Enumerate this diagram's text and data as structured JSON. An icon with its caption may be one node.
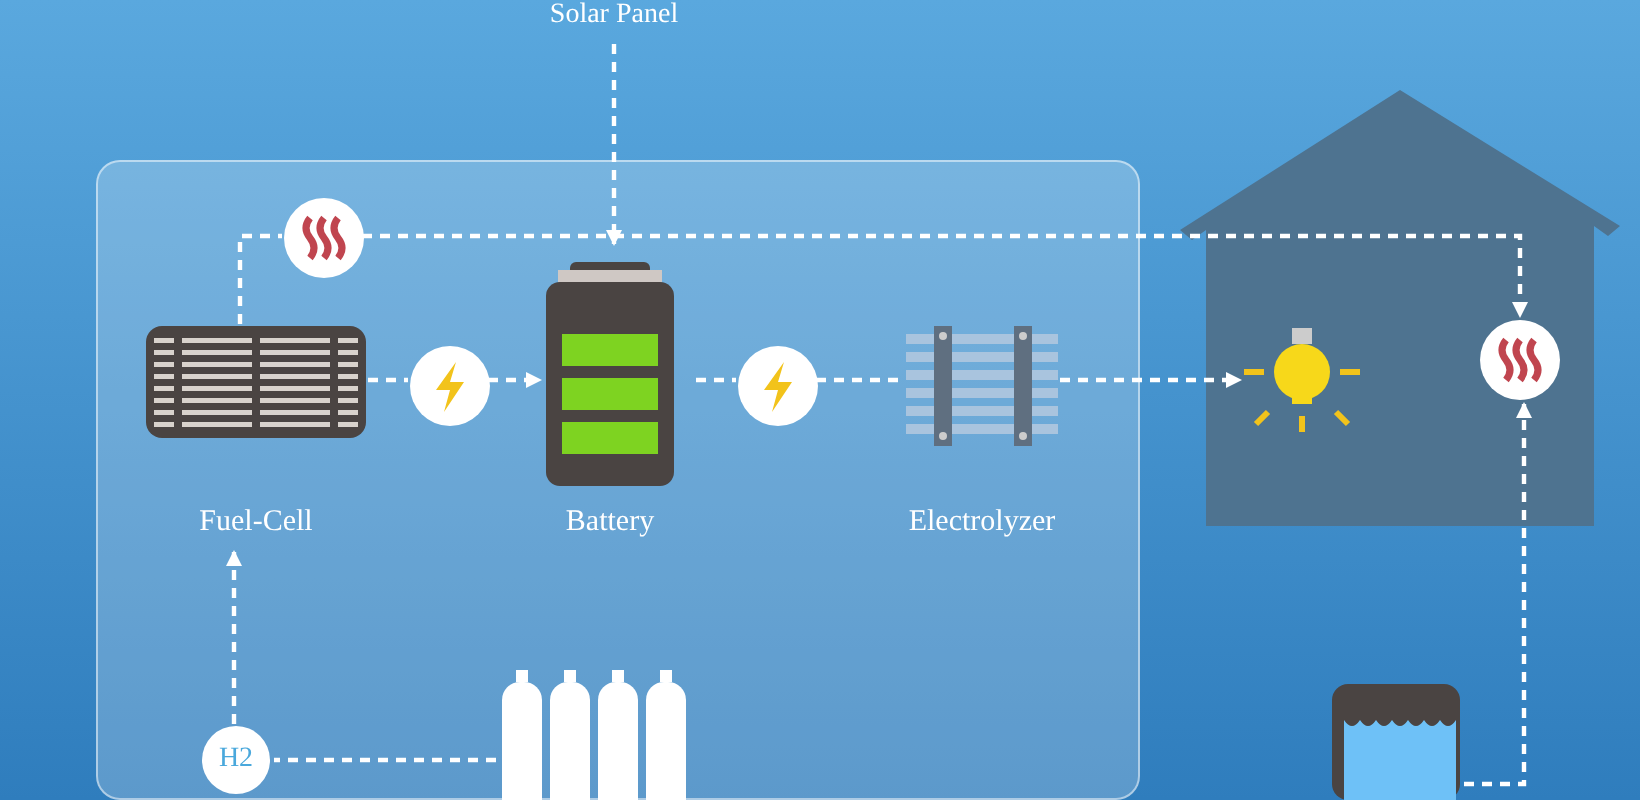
{
  "diagram": {
    "nodes": [
      {
        "text": [
          "Solar Panel"
        ]
      },
      {
        "text": [],
        "shape": "box"
      },
      {
        "text": [
          "Fuel-Cell"
        ],
        "in": 1
      },
      {
        "text": [
          "Battery"
        ],
        "in": 1
      },
      {
        "text": [
          "Electrolyzer"
        ],
        "in": 1
      },
      {
        "text": [],
        "shape": "circle",
        "in": 1
      },
      {
        "text": [],
        "shape": "circle",
        "in": 1
      },
      {
        "text": [],
        "shape": "circle",
        "in": 1
      },
      {
        "text": [],
        "shape": "house"
      },
      {
        "text": [],
        "shape": "picture",
        "in": 8
      },
      {
        "text": [],
        "shape": "circle",
        "in": 8
      },
      {
        "text": [
          "H2"
        ],
        "in": 1
      },
      {
        "text": [],
        "shape": "picture",
        "in": 1
      },
      {
        "text": [],
        "shape": "picture"
      }
    ],
    "edges": [
      {
        "from": 0,
        "to": 3,
        "arrow": "to"
      },
      {
        "from": 2,
        "to": 5,
        "arrow": "none"
      },
      {
        "from": 5,
        "to": 10,
        "arrow": "to"
      },
      {
        "from": 2,
        "to": 6,
        "arrow": "none"
      },
      {
        "from": 6,
        "to": 3,
        "arrow": "to"
      },
      {
        "from": 3,
        "to": 7,
        "arrow": "none"
      },
      {
        "from": 7,
        "to": 4,
        "arrow": "none"
      },
      {
        "from": 4,
        "to": 9,
        "arrow": "to"
      },
      {
        "from": 11,
        "to": 2,
        "arrow": "to"
      },
      {
        "from": 12,
        "to": 11,
        "arrow": "none"
      },
      {
        "from": 13,
        "to": 10,
        "arrow": "to"
      }
    ]
  }
}
